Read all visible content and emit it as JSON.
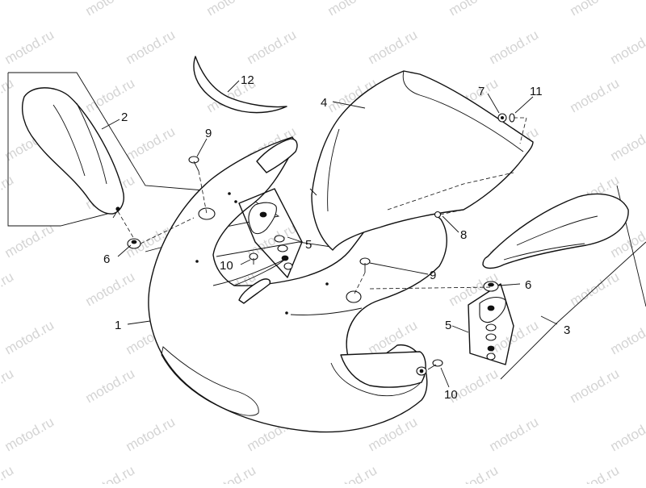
{
  "watermark": "motod.ru",
  "colors": {
    "line": "#111111",
    "watermark": "#d4d4d4",
    "background": "#ffffff"
  },
  "callouts": {
    "c1": "1",
    "c2": "2",
    "c3": "3",
    "c4": "4",
    "c5a": "5",
    "c5b": "5",
    "c6a": "6",
    "c6b": "6",
    "c7": "7",
    "c8": "8",
    "c9a": "9",
    "c9b": "9",
    "c10a": "10",
    "c10b": "10",
    "c11": "11",
    "c12": "12"
  }
}
